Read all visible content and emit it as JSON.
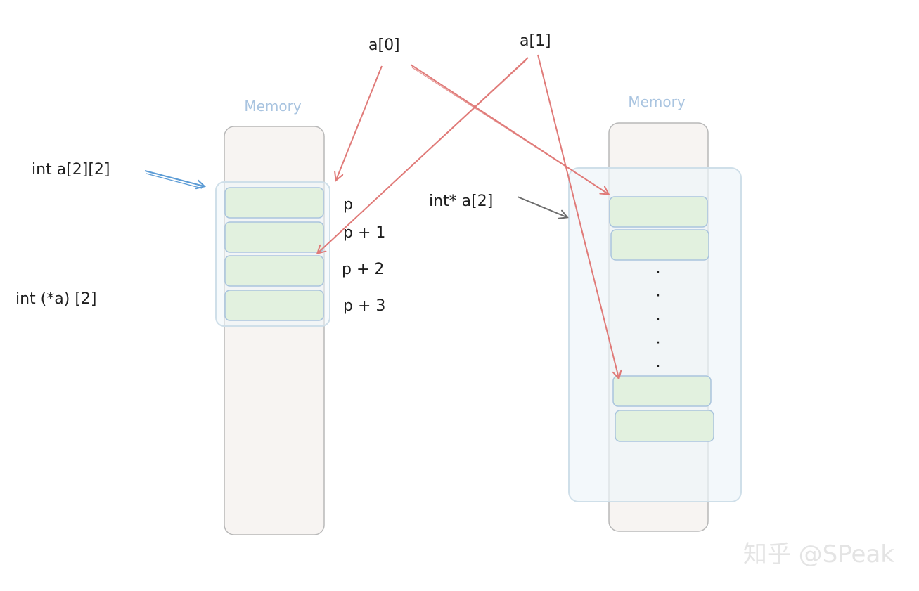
{
  "left_memory": {
    "title": "Memory",
    "cells": 4,
    "offsets": [
      "p",
      "p + 1",
      "p + 2",
      "p + 3"
    ]
  },
  "right_memory": {
    "title": "Memory",
    "ellipsis": ".",
    "ellipsis_count": 5
  },
  "labels": {
    "arr2d": "int a[2][2]",
    "ptr_to_arr": "int (*a) [2]",
    "arr_of_ptr": "int* a[2]",
    "a0": "a[0]",
    "a1": "a[1]"
  },
  "colors": {
    "memory_fill": "#f7f4f2",
    "memory_stroke": "#b8b8b8",
    "cell_fill": "#e2f1df",
    "cell_stroke": "#a9c4dd",
    "group_fill": "#eef5f9",
    "group_stroke": "#cfdfe9",
    "red_arrow": "#e07a78",
    "blue_arrow": "#5b9bd5",
    "gray_arrow": "#6c6c6c"
  },
  "watermark": "知乎 @SPeak"
}
